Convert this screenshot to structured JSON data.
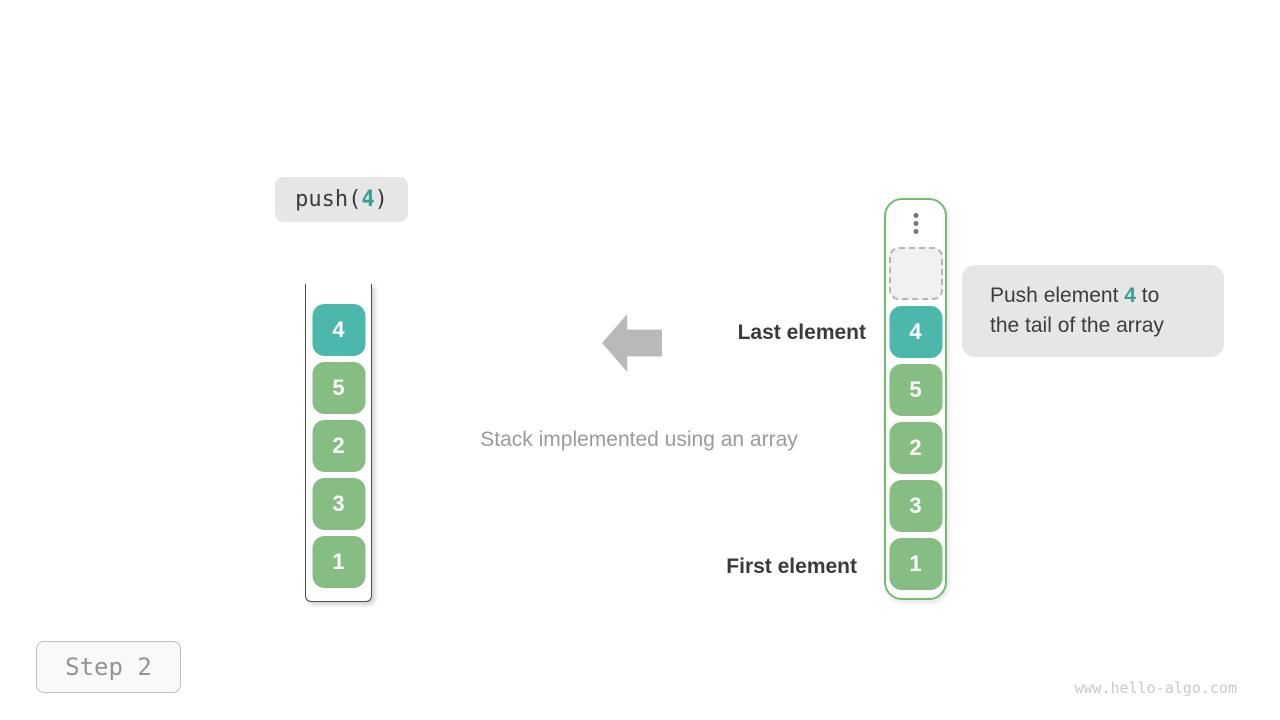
{
  "colors": {
    "teal_block": "#4cb8ac",
    "green_block": "#85bd83",
    "teal_text": "#3a9e94",
    "container_green": "#72bd72",
    "arrow_gray": "#b9b9b9",
    "badge_bg": "#e6e6e6",
    "dark_text": "#3c3c3c"
  },
  "code_badge": {
    "prefix": "push(",
    "value": "4",
    "suffix": ")"
  },
  "left_stack": {
    "values": [
      "4",
      "5",
      "2",
      "3",
      "1"
    ],
    "highlight_index": 0
  },
  "right_stack": {
    "ellipsis_icon": "vertical-dots",
    "has_empty_slot": true,
    "values": [
      "4",
      "5",
      "2",
      "3",
      "1"
    ],
    "highlight_index": 0
  },
  "annotations": {
    "last_element": "Last element",
    "first_element": "First element",
    "caption": "Stack implemented using an array",
    "arrow_icon": "left-arrow"
  },
  "tooltip": {
    "before": "Push element ",
    "value": "4",
    "after": " to",
    "line2": "the tail of the array"
  },
  "step_badge": "Step 2",
  "watermark": "www.hello-algo.com"
}
